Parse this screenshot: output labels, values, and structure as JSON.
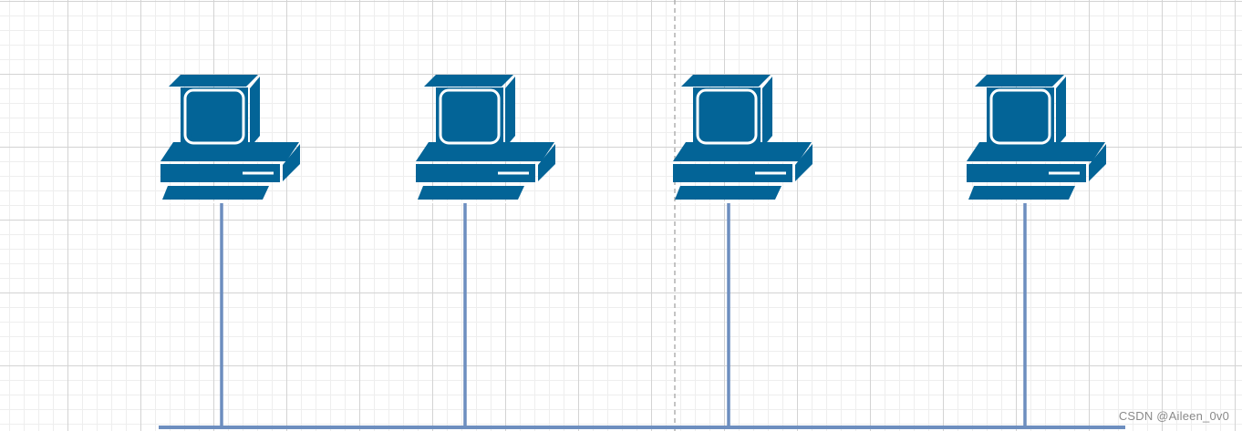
{
  "diagram": {
    "type": "bus-topology",
    "node_count": 4,
    "node_icon": "desktop-computer-icon",
    "node_color": "#036497",
    "link_color": "#6d8ebf",
    "guide_line_color": "#b0b0b0",
    "grid": true
  },
  "watermark": {
    "text": "CSDN @Aileen_0v0"
  }
}
